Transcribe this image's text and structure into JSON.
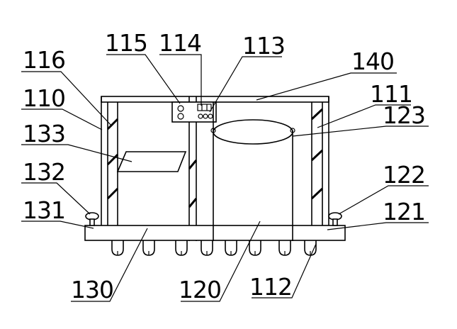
{
  "labels": {
    "l116": "116",
    "l115": "115",
    "l114": "114",
    "l113": "113",
    "l140": "140",
    "l110": "110",
    "l111": "111",
    "l133": "133",
    "l123": "123",
    "l132": "132",
    "l122": "122",
    "l131": "131",
    "l121": "121",
    "l130": "130",
    "l120": "120",
    "l112": "112"
  }
}
